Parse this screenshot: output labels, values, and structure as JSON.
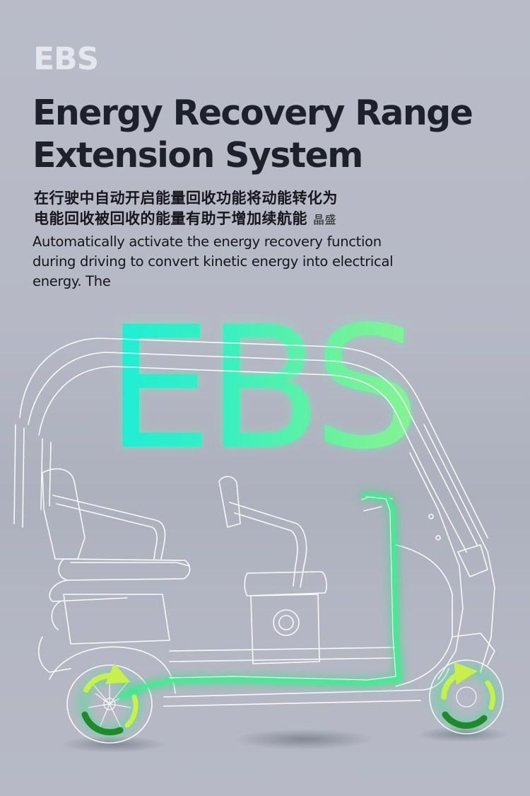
{
  "header": {
    "badge": "EBS",
    "title_lines": [
      "Energy Recovery Range",
      "Extension System"
    ]
  },
  "description": {
    "zh_lines": [
      "在行驶中自动开启能量回收功能将动能转化为",
      "电能回收被回收的能量有助于增加续航能"
    ],
    "zh_trailing_glyph": "晶盛",
    "en_lines": [
      "Automatically activate the energy recovery function",
      "during driving to convert kinetic energy into electrical",
      "energy. The"
    ]
  },
  "graphic": {
    "watermark_text": "EBS",
    "subject": "electric-tricycle-outline",
    "colors": {
      "background": "#b7bac6",
      "title": "#1c212b",
      "badge": "#e6e7ec",
      "glow_cyan": "#17f0d8",
      "glow_green": "#8ef78e",
      "energy_line": "#2ee88a",
      "wheel_dark_green": "#1f8a2a",
      "wheel_lime": "#c8f04a",
      "outline": "#ffffff"
    }
  }
}
